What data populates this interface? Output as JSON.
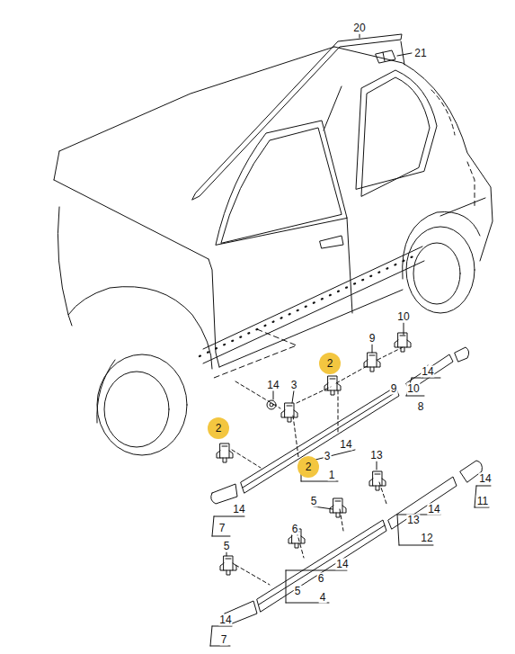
{
  "diagram": {
    "nodes": [
      {
        "text": [
          "2"
        ]
      },
      {
        "text": [
          "2"
        ]
      },
      {
        "text": [
          "2"
        ]
      }
    ],
    "labels": [
      "20",
      "21",
      "10",
      "9",
      "14",
      "9",
      "10",
      "8",
      "14",
      "3",
      "3",
      "14",
      "1",
      "13",
      "14",
      "11",
      "5",
      "14",
      "14",
      "13",
      "6",
      "7",
      "12",
      "5",
      "14",
      "6",
      "5",
      "4",
      "14",
      "7"
    ]
  }
}
